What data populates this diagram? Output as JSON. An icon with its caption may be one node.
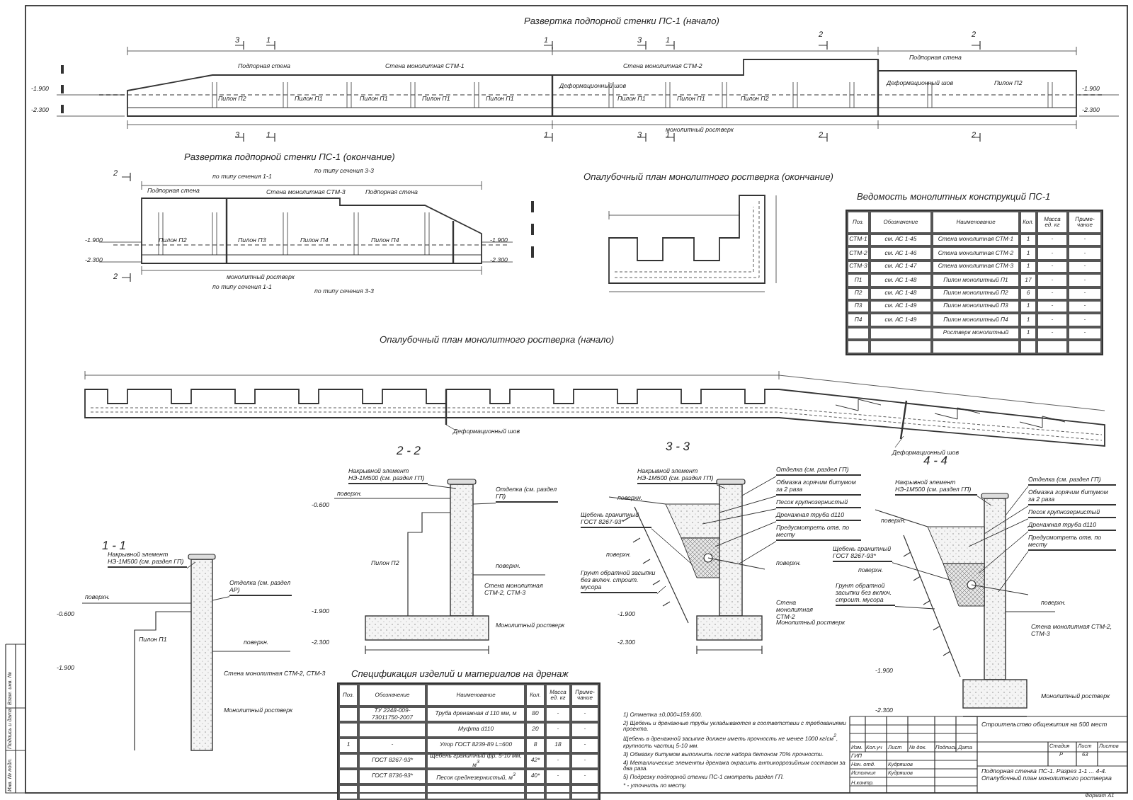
{
  "diagram": {
    "nodes": [
      {
        "text": [
          "Накрывной элемент НЭ-1М500 (см. раздел ГП)"
        ]
      },
      {
        "text": [
          "Отделка (см. раздел АР)"
        ]
      },
      {
        "text": [
          "Накрывной элемент НЭ-1М500 (см. раздел ГП)"
        ]
      },
      {
        "text": [
          "Отделка (см. раздел ГП)"
        ]
      },
      {
        "text": [
          "Накрывной элемент НЭ-1М500 (см. раздел ГП)"
        ]
      },
      {
        "text": [
          "Отделка (см. раздел ГП)"
        ]
      },
      {
        "text": [
          "Обмазка горячим битумом за 2 раза"
        ]
      },
      {
        "text": [
          "Песок крупнозернистый"
        ]
      },
      {
        "text": [
          "Дренажная труба d110"
        ]
      },
      {
        "text": [
          "Щебень гранитный ГОСТ 8267-93*"
        ]
      },
      {
        "text": [
          "Грунт обратной засыпки без включ. строит. мусора"
        ]
      },
      {
        "text": [
          "Предусмотреть отв. по месту"
        ]
      },
      {
        "text": [
          "Накрывной элемент НЭ-1М500 (см. раздел ГП)"
        ]
      },
      {
        "text": [
          "Отделка (см. раздел ГП)"
        ]
      },
      {
        "text": [
          "Обмазка горячим битумом за 2 раза"
        ]
      },
      {
        "text": [
          "Песок крупнозернистый"
        ]
      },
      {
        "text": [
          "Дренажная труба d110"
        ]
      },
      {
        "text": [
          "Щебень гранитный ГОСТ 8267-93*"
        ]
      },
      {
        "text": [
          "Грунт обратной засыпки без включ. строит. мусора"
        ]
      },
      {
        "text": [
          "Предусмотреть отв. по месту"
        ]
      }
    ],
    "edges": [
      {
        "from": 0,
        "to": null,
        "arrow": "none"
      },
      {
        "from": 1,
        "to": null,
        "arrow": "none"
      },
      {
        "from": 2,
        "to": null,
        "arrow": "none"
      },
      {
        "from": 3,
        "to": null,
        "arrow": "none"
      },
      {
        "from": 4,
        "to": null,
        "arrow": "none"
      },
      {
        "from": 5,
        "to": null,
        "arrow": "none"
      },
      {
        "from": 6,
        "to": null,
        "arrow": "none"
      },
      {
        "from": 7,
        "to": null,
        "arrow": "none"
      },
      {
        "from": 8,
        "to": null,
        "arrow": "none"
      },
      {
        "from": 9,
        "to": null,
        "arrow": "none"
      },
      {
        "from": 10,
        "to": null,
        "arrow": "none"
      },
      {
        "from": 11,
        "to": null,
        "arrow": "none"
      },
      {
        "from": 12,
        "to": null,
        "arrow": "none"
      },
      {
        "from": 13,
        "to": null,
        "arrow": "none"
      },
      {
        "from": 14,
        "to": null,
        "arrow": "none"
      },
      {
        "from": 15,
        "to": null,
        "arrow": "none"
      },
      {
        "from": 16,
        "to": null,
        "arrow": "none"
      },
      {
        "from": 17,
        "to": null,
        "arrow": "none"
      },
      {
        "from": 18,
        "to": null,
        "arrow": "none"
      },
      {
        "from": 19,
        "to": null,
        "arrow": "none"
      }
    ],
    "labels": [
      "Развертка подпорной стенки ПС-1 (начало)",
      "3",
      "1",
      "1",
      "3",
      "1",
      "2",
      "2",
      "Подпорная стена",
      "Стена монолитная СТМ-1",
      "Стена монолитная СТМ-2",
      "Подпорная стена",
      "Пилон П2",
      "Пилон П1",
      "Пилон П1",
      "Пилон П1",
      "Пилон П1",
      "Деформационный шов",
      "Пилон П1",
      "Пилон П1",
      "Пилон П2",
      "Деформационный шов",
      "Пилон П2",
      "монолитный ростверк",
      "-1.900",
      "-2.300",
      "-1.900",
      "-2.300",
      "3",
      "1",
      "1",
      "3",
      "1",
      "2",
      "2",
      "Развертка подпорной стенки ПС-1 (окончание)",
      "2",
      "по типу сечения 1-1",
      "по типу сечения 3-3",
      "Подпорная стена",
      "Стена монолитная СТМ-3",
      "Подпорная стена",
      "-1.900",
      "Пилон П2",
      "Пилон П3",
      "Пилон П4",
      "Пилон П4",
      "-1.900",
      "-2.300",
      "-2.300",
      "2",
      "монолитный ростверк",
      "по типу сечения 1-1",
      "по типу сечения 3-3",
      "Опалубочный план монолитного ростверка (окончание)",
      "Ведомость монолитных конструкций ПС-1",
      "Поз.",
      "Обозначение",
      "Наименование",
      "Кол.",
      "Масса ед. кг",
      "Приме- чание",
      "СТМ-1",
      "см. АС 1-45",
      "Стена монолитная СТМ-1",
      "1",
      "-",
      "-",
      "СТМ-2",
      "см. АС 1-46",
      "Стена монолитная СТМ-2",
      "1",
      "-",
      "-",
      "СТМ-3",
      "см. АС 1-47",
      "Стена монолитная СТМ-3",
      "1",
      "-",
      "-",
      "П1",
      "см. АС 1-48",
      "Пилон монолитный П1",
      "17",
      "-",
      "-",
      "П2",
      "см. АС 1-48",
      "Пилон монолитный П2",
      "6",
      "-",
      "-",
      "П3",
      "см. АС 1-49",
      "Пилон монолитный П3",
      "1",
      "-",
      "-",
      "П4",
      "см. АС 1-49",
      "Пилон монолитный П4",
      "1",
      "-",
      "-",
      "Ростверк монолитный",
      "1",
      "-",
      "-",
      "Опалубочный план монолитного ростверка (начало)",
      "Деформационный шов",
      "Деформационный шов",
      "1 - 1",
      "2 - 2",
      "3 - 3",
      "4 - 4",
      "поверхн.",
      "-0.600",
      "Пилон П1",
      "-1.900",
      "поверхн.",
      "Стена монолитная СТМ-2, СТМ-3",
      "Монолитный ростверк",
      "поверхн.",
      "-0.600",
      "Пилон П2",
      "поверхн.",
      "Стена монолитная СТМ-2, СТМ-3",
      "-1.900",
      "Монолитный ростверк",
      "-2.300",
      "поверхн.",
      "поверхн.",
      "поверхн.",
      "-1.900",
      "Монолитный ростверк",
      "-2.300",
      "Стена монолитная СТМ-2",
      "поверхн.",
      "поверхн.",
      "поверхн.",
      "Стена монолитная СТМ-2, СТМ-3",
      "-1.900",
      "Монолитный ростверк",
      "-2.300",
      "Спецификация изделий и материалов на дренаж",
      "Поз.",
      "Обозначение",
      "Наименование",
      "Кол.",
      "Масса ед. кг",
      "Приме- чание",
      "ТУ 2248-009-73011750-2007",
      "Труба дренажная d 110 мм, м",
      "80",
      "-",
      "-",
      "Муфта d110",
      "20",
      "-",
      "-",
      "1",
      "-",
      "Упор ГОСТ 8239-89 L=600",
      "8",
      "18",
      "-",
      "ГОСТ 8267-93*",
      "Щебень гранитный фр. 5-10 мм, м$^{3}$",
      "42*",
      "-",
      "-",
      "ГОСТ 8736-93*",
      "Песок среднезернистый, м$^{3}$",
      "40*",
      "-",
      "-",
      "1) Отметка ±0,000=159,600.",
      "2) Щебень и дренажные трубы укладываются в соответствии с требованиями проекта.",
      "Щебень в дренажной засыпке должен иметь прочность не менее 1000 кг/см$^{2}$, крупность частиц 5-10 мм.",
      "3) Обмазку битумом выполнить после набора бетоном 70% прочности.",
      "4) Металлические элементы дренажа окрасить антикоррозийным составом за два раза.",
      "5) Подрезку подпорной стенки ПС-1 смотреть раздел ГП.",
      "* - уточнить по месту.",
      "Изм.",
      "Кол.уч",
      "Лист",
      "№ док.",
      "Подпись",
      "Дата",
      "ГИП",
      "Нач. отд.",
      "Кудряшов",
      "Исполнил",
      "Кудряшов",
      "Н.контр.",
      "Строительство общежития на 500 мест",
      "Стадия",
      "Лист",
      "Листов",
      "Р",
      "63",
      "Подпорная стенка ПС-1. Разрез 1-1 ... 4-4. Опалубочный план монолитного ростверка",
      "Взам. инв. №",
      "Подпись и дата",
      "Инв. № подл.",
      "Формат А1"
    ]
  }
}
